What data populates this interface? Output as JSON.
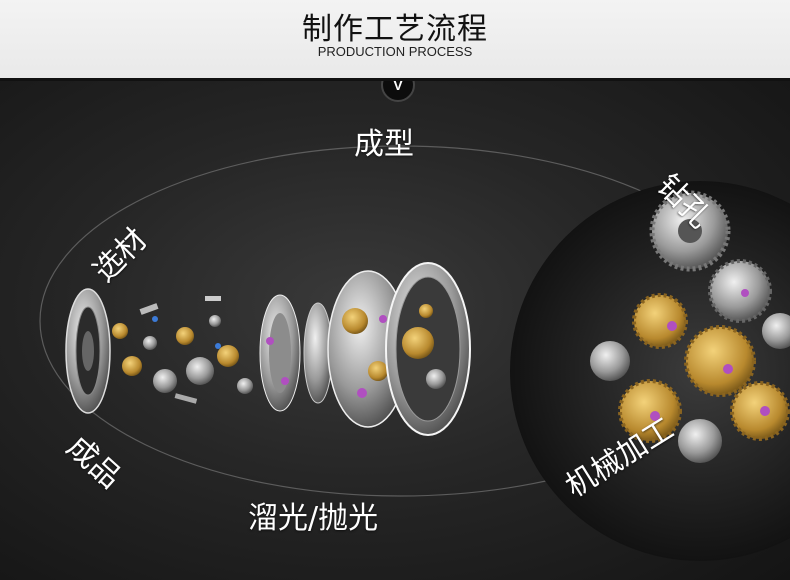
{
  "header": {
    "title": "制作工艺流程",
    "subtitle": "PRODUCTION PROCESS",
    "arrow_glyph": "V"
  },
  "process_steps": [
    {
      "key": "forming",
      "label": "成型"
    },
    {
      "key": "drilling",
      "label": "钻孔"
    },
    {
      "key": "material",
      "label": "选材"
    },
    {
      "key": "machining",
      "label": "机械加工"
    },
    {
      "key": "finished",
      "label": "成品"
    },
    {
      "key": "polishing",
      "label": "溜光/抛光"
    }
  ],
  "colors": {
    "header_bg": "#efefef",
    "main_bg": "#2a2a2a",
    "text": "#ffffff",
    "gear_gold": "#c8a040",
    "gear_silver": "#b9b9b9",
    "jewel_purple": "#a050c0"
  }
}
